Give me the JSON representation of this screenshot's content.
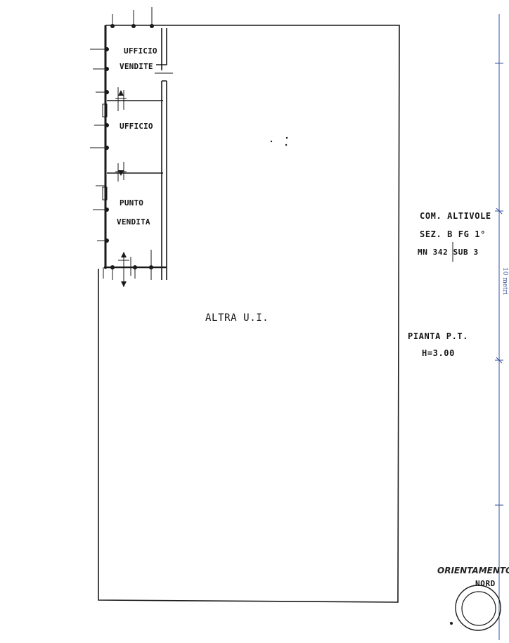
{
  "rooms": {
    "ufficio_vendite_1": "UFFICIO",
    "ufficio_vendite_2": "VENDITE",
    "ufficio": "UFFICIO",
    "punto_vendita_1": "PUNTO",
    "punto_vendita_2": "VENDITA",
    "altra_ui": "ALTRA U.I."
  },
  "cadastral": {
    "line1": "COM. ALTIVOLE",
    "line2": "SEZ. B FG 1°",
    "line3": "MN 342 SUB 3"
  },
  "floor": {
    "plan": "PIANTA P.T.",
    "height": "H=3.00"
  },
  "scale_bar": {
    "label": "10 metri",
    "color": "#3a4fa0"
  },
  "orientation": {
    "title": "ORIENTAMENTO",
    "north": "NORD"
  }
}
